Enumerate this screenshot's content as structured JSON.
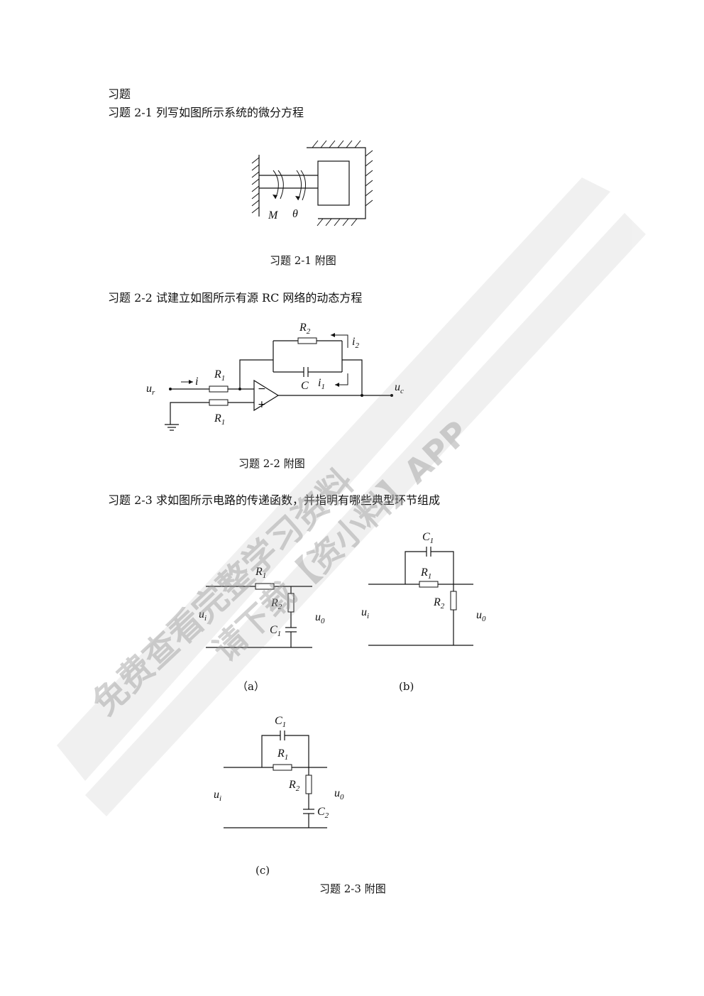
{
  "heading": "习题",
  "problems": [
    {
      "id": "p1",
      "text": "习题 2-1  列写如图所示系统的微分方程",
      "caption": "习题 2-1 附图"
    },
    {
      "id": "p2",
      "text": "习题 2-2  试建立如图所示有源 RC 网络的动态方程",
      "caption": "习题 2-2 附图"
    },
    {
      "id": "p3",
      "text": "习题 2-3  求如图所示电路的传递函数，并指明有哪些典型环节组成",
      "caption": "习题 2-3 附图"
    }
  ],
  "fig1": {
    "M": "M",
    "theta": "θ"
  },
  "fig2": {
    "R": "R",
    "R2_sub": "2",
    "R1_sub": "1",
    "i": "i",
    "i1": "i",
    "i1_sub": "1",
    "i2": "i",
    "i2_sub": "2",
    "C": "C",
    "u": "u",
    "ur_sub": "r",
    "uc_sub": "c",
    "minus": "−",
    "plus": "+"
  },
  "fig3": {
    "R": "R",
    "C": "C",
    "u": "u",
    "sub1": "1",
    "sub2": "2",
    "sub_i": "i",
    "sub_0": "0",
    "label_a": "（a）",
    "label_b": "(b)",
    "label_c": "(c)"
  },
  "watermark": {
    "line1": "免费查看完整学习资料",
    "line2": "请下载【资小料】APP"
  }
}
